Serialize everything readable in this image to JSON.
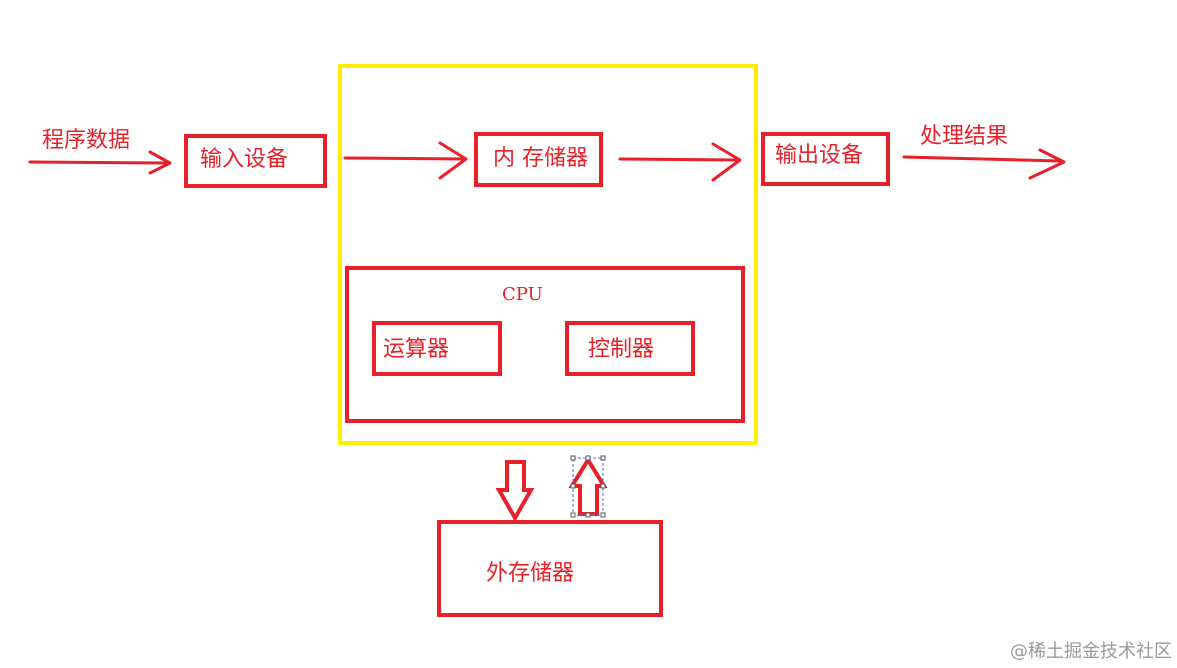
{
  "colors": {
    "red": "#e8202a",
    "yellow": "#ffee00",
    "watermark": "#9a9a9a"
  },
  "labels": {
    "program_data": "程序数据",
    "input_device": "输入设备",
    "memory": "内 存储器",
    "output_device": "输出设备",
    "result": "处理结果",
    "cpu": "CPU",
    "alu": "运算器",
    "controller": "控制器",
    "external_storage": "外存储器"
  },
  "watermark": "@稀土掘金技术社区"
}
